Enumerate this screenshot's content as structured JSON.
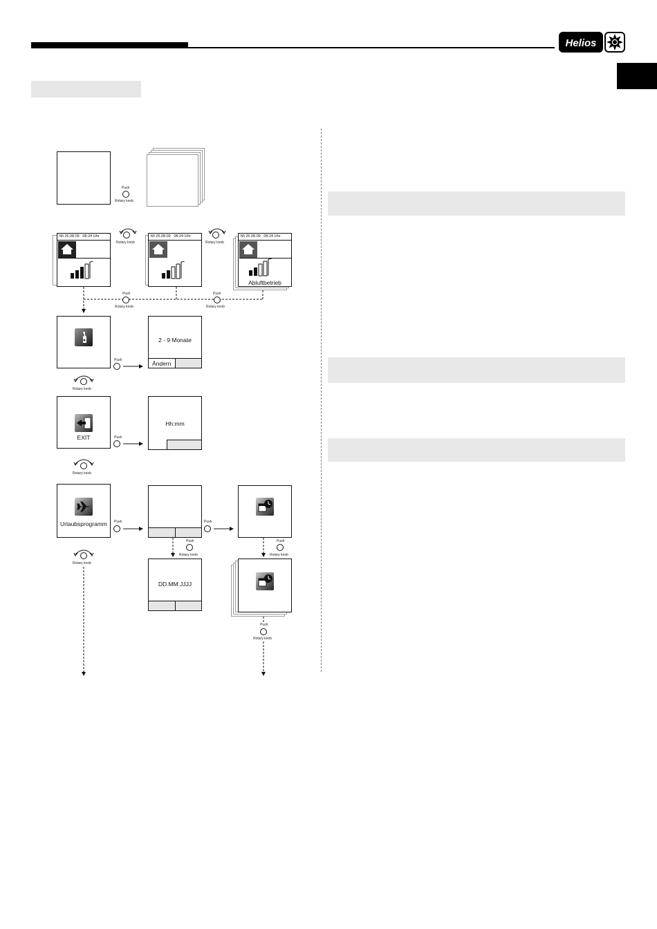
{
  "header": {
    "brand": "Helios",
    "brand_color": "#000000"
  },
  "knob": {
    "push": "Push",
    "rotary": "Rotary knob"
  },
  "status": {
    "date": "Mi 26.08.09",
    "time": "08:24 Uhr"
  },
  "screens": {
    "mode_label": "Abluftbetrieb",
    "filter_interval": "2 - 9 Monate",
    "change_label": "Ändern",
    "exit_label": "EXIT",
    "time_format": "Hh:mm",
    "holiday_label": "Urlaubsprogramm",
    "date_format": "DD.MM.JJJJ"
  },
  "icons": [
    "home-icon",
    "fan-level-icon",
    "wrench-icon",
    "exit-icon",
    "airplane-icon",
    "calendar-clock-icon"
  ]
}
